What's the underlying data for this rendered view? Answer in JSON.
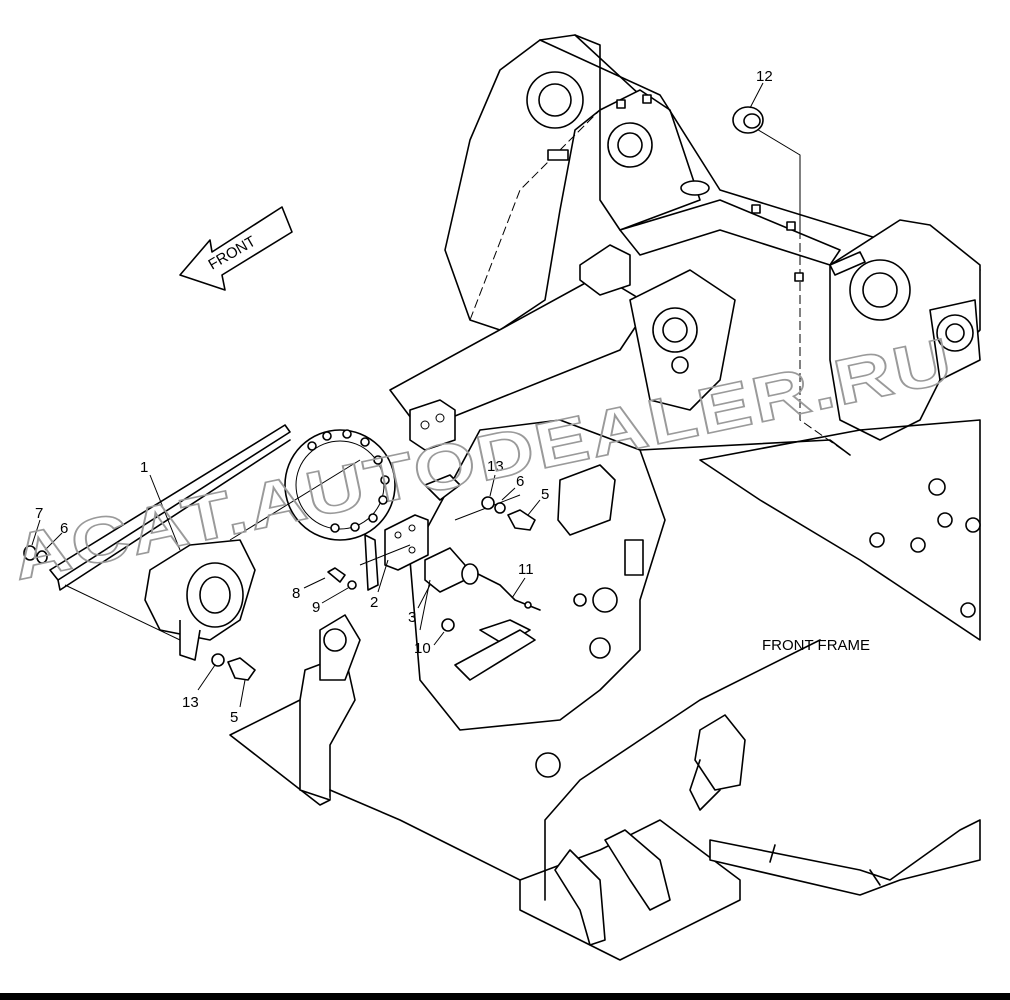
{
  "diagram": {
    "direction_label": "FRONT",
    "frame_label": "FRONT FRAME",
    "watermark": "ACAT.AUTODEALER.RU",
    "callouts": [
      {
        "id": "c1",
        "text": "1"
      },
      {
        "id": "c2",
        "text": "2"
      },
      {
        "id": "c3",
        "text": "3"
      },
      {
        "id": "c5a",
        "text": "5"
      },
      {
        "id": "c5b",
        "text": "5"
      },
      {
        "id": "c6a",
        "text": "6"
      },
      {
        "id": "c6b",
        "text": "6"
      },
      {
        "id": "c7",
        "text": "7"
      },
      {
        "id": "c8",
        "text": "8"
      },
      {
        "id": "c9",
        "text": "9"
      },
      {
        "id": "c10",
        "text": "10"
      },
      {
        "id": "c11",
        "text": "11"
      },
      {
        "id": "c12",
        "text": "12"
      },
      {
        "id": "c13a",
        "text": "13"
      },
      {
        "id": "c13b",
        "text": "13"
      }
    ]
  }
}
